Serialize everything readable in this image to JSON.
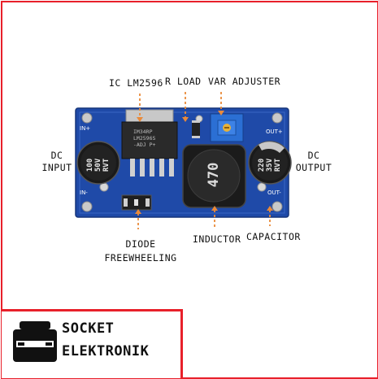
{
  "labels": {
    "ic": "IC LM2596",
    "r_load": "R LOAD",
    "var_adjuster": "VAR ADJUSTER",
    "dc_input_1": "DC",
    "dc_input_2": "INPUT",
    "dc_output_1": "DC",
    "dc_output_2": "OUTPUT",
    "diode_1": "DIODE",
    "diode_2": "FREEWHEELING",
    "inductor": "INDUCTOR",
    "capacitor": "CAPACITOR"
  },
  "board": {
    "in_plus": "IN+",
    "in_minus": "IN-",
    "out_plus": "OUT+",
    "out_minus": "OUT-",
    "chip_line1": "IM34RP",
    "chip_line2": "LM2596S",
    "chip_line3": "-ADJ P+",
    "cap_in_line1": "100",
    "cap_in_line2": "50V",
    "cap_in_line3": "RVT",
    "cap_out_line1": "220",
    "cap_out_line2": "35V",
    "cap_out_line3": "RVT",
    "inductor_value": "470"
  },
  "brand": {
    "line1": "SOCKET",
    "line2": "ELEKTRONIK"
  },
  "colors": {
    "frame": "#e8202a",
    "board": "#1f4aa8",
    "arrow": "#e98a3a"
  }
}
